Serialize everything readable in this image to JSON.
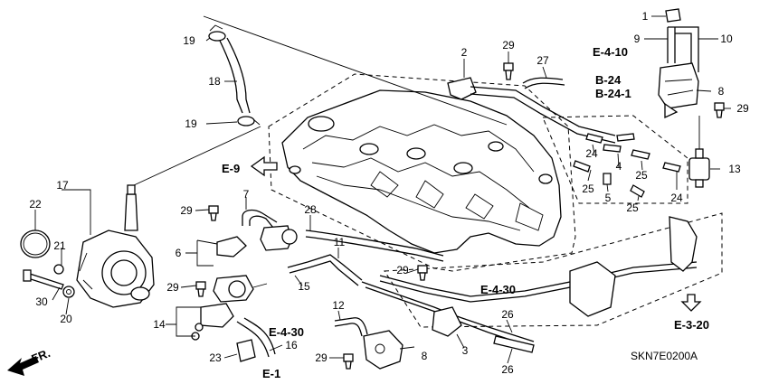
{
  "part_numbers": [
    {
      "n": "1"
    },
    {
      "n": "9"
    },
    {
      "n": "10"
    },
    {
      "n": "19"
    },
    {
      "n": "18"
    },
    {
      "n": "19"
    },
    {
      "n": "2"
    },
    {
      "n": "29"
    },
    {
      "n": "27"
    },
    {
      "n": "8"
    },
    {
      "n": "29"
    },
    {
      "n": "24"
    },
    {
      "n": "4"
    },
    {
      "n": "25"
    },
    {
      "n": "13"
    },
    {
      "n": "25"
    },
    {
      "n": "5"
    },
    {
      "n": "24"
    },
    {
      "n": "25"
    },
    {
      "n": "17"
    },
    {
      "n": "22"
    },
    {
      "n": "21"
    },
    {
      "n": "30"
    },
    {
      "n": "20"
    },
    {
      "n": "7"
    },
    {
      "n": "29"
    },
    {
      "n": "28"
    },
    {
      "n": "6"
    },
    {
      "n": "11"
    },
    {
      "n": "29"
    },
    {
      "n": "15"
    },
    {
      "n": "29"
    },
    {
      "n": "12"
    },
    {
      "n": "14"
    },
    {
      "n": "16"
    },
    {
      "n": "23"
    },
    {
      "n": "3"
    },
    {
      "n": "26"
    },
    {
      "n": "26"
    },
    {
      "n": "29"
    },
    {
      "n": "8"
    }
  ],
  "section_refs": [
    {
      "text": "E-4-10"
    },
    {
      "text": "B-24"
    },
    {
      "text": "B-24-1"
    },
    {
      "text": "E-9"
    },
    {
      "text": "E-4-30"
    },
    {
      "text": "E-4-30"
    },
    {
      "text": "E-1"
    },
    {
      "text": "E-3-20"
    }
  ],
  "front_label": "FR.",
  "diagram_code": "SKN7E0200A"
}
